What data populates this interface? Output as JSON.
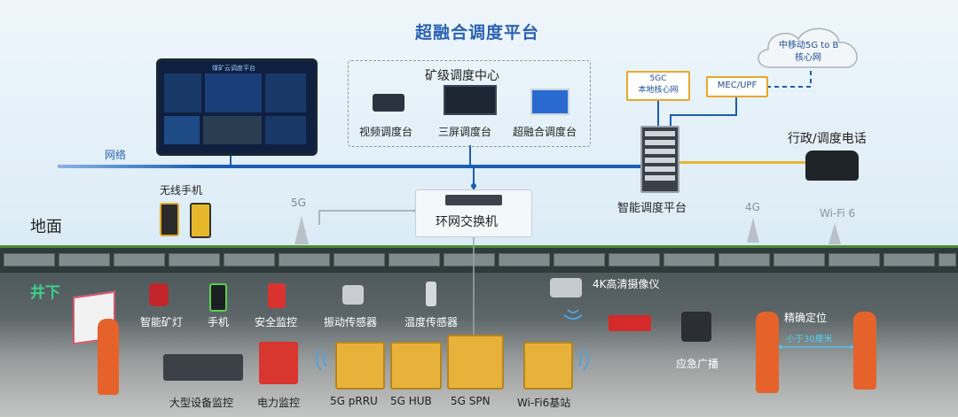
{
  "diagram": {
    "title": "超融合调度平台",
    "network_label": "网络",
    "ground_label": "地面",
    "underground_label": "井下",
    "dispatch_center": {
      "title": "矿级调度中心",
      "items": [
        "视频调度台",
        "三屏调度台",
        "超融合调度台"
      ]
    },
    "core_network": {
      "cloud_line1": "中移动5G to B",
      "cloud_line2": "核心网",
      "mec": "MEC/UPF",
      "fgc_line1": "5GC",
      "fgc_line2": "本地核心网"
    },
    "smart_platform": "智能调度平台",
    "phone_label": "行政/调度电话",
    "ring_switch": "环网交换机",
    "wireless_phone": "无线手机",
    "signal_labels": {
      "g5": "5G",
      "g4": "4G",
      "wifi6": "Wi-Fi 6"
    },
    "underground_devices": {
      "top_row": [
        "智能矿灯",
        "手机",
        "安全监控",
        "振动传感器",
        "温度传感器"
      ],
      "bottom_row": [
        "大型设备监控",
        "电力监控",
        "5G pRRU",
        "5G HUB",
        "5G SPN",
        "Wi-Fi6基站"
      ],
      "camera": "4K高清摄像仪",
      "broadcast": "应急广播",
      "positioning": "精确定位",
      "distance": "小于30厘米"
    },
    "screen_title": "煤矿云调度平台",
    "colors": {
      "accent_blue": "#2a62b4",
      "line_blue": "#1b5db5",
      "line_yellow": "#e8b43a",
      "ground_green": "#4b8a3a"
    }
  }
}
